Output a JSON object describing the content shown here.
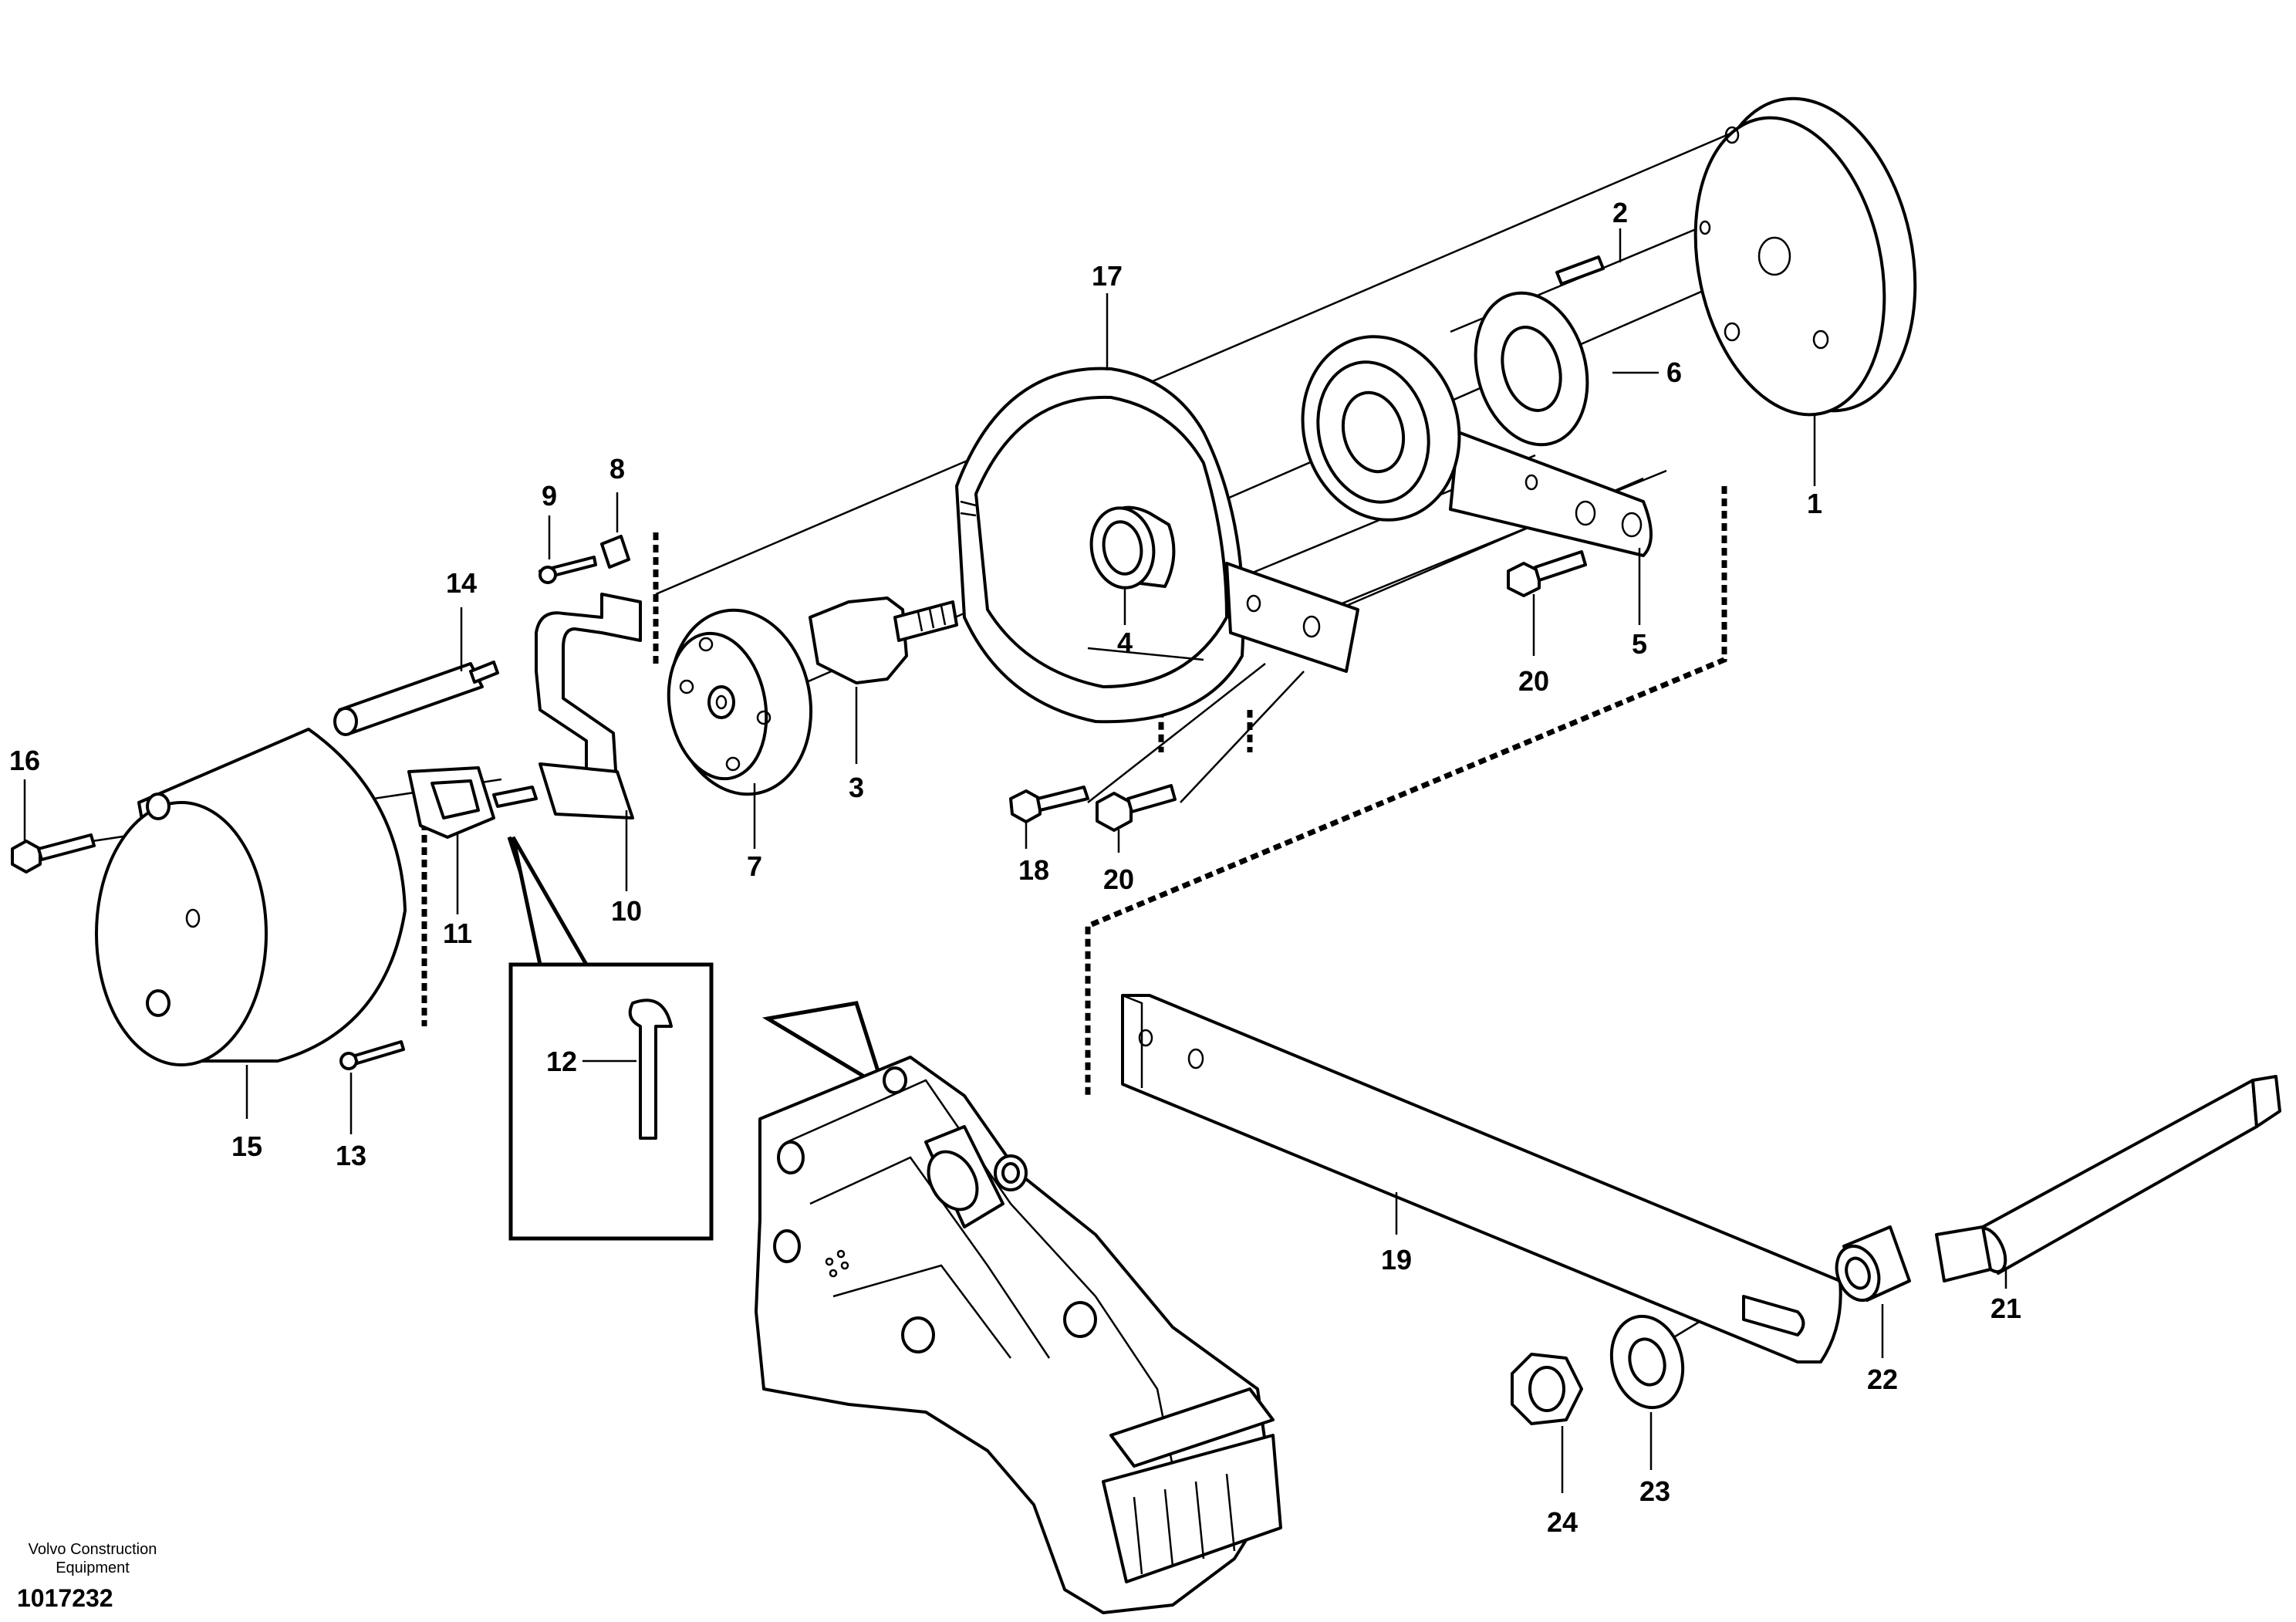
{
  "diagram": {
    "callouts": [
      "1",
      "2",
      "3",
      "4",
      "5",
      "6",
      "7",
      "8",
      "9",
      "10",
      "11",
      "12",
      "13",
      "14",
      "15",
      "16",
      "17",
      "18",
      "19",
      "20",
      "20",
      "21",
      "22",
      "23",
      "24"
    ]
  },
  "footer": {
    "company_line1": "Volvo Construction",
    "company_line2": "Equipment",
    "drawing_number": "1017232"
  }
}
